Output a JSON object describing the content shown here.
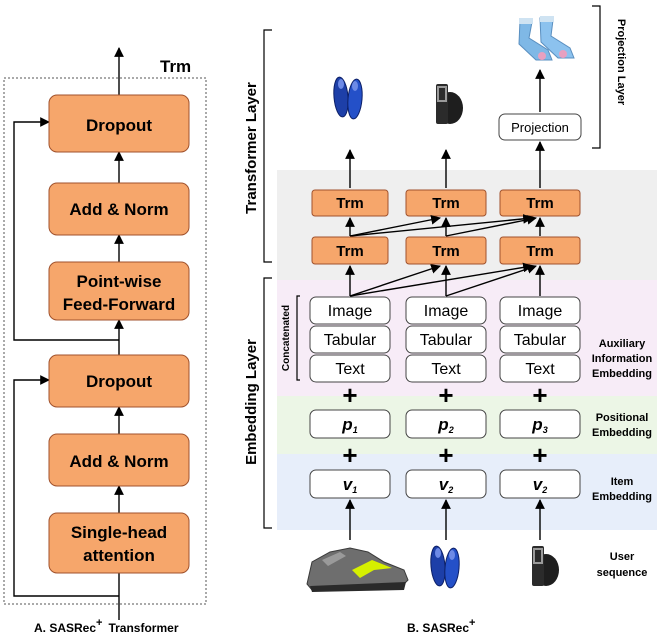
{
  "panel_a": {
    "trm_label": "Trm",
    "blocks": [
      "Dropout",
      "Add & Norm",
      "Point-wise",
      "Feed-Forward",
      "Dropout",
      "Add & Norm",
      "Single-head",
      "attention"
    ],
    "caption_left": "A. SASRec",
    "caption_sup": "+",
    "caption_right": "Transformer"
  },
  "panel_b": {
    "transformer_layer": "Transformer Layer",
    "projection_layer": "Projection Layer",
    "embedding_layer": "Embedding Layer",
    "projection": "Projection",
    "trm": "Trm",
    "concatenated": "Concatenated",
    "modalities": [
      "Image",
      "Tabular",
      "Text"
    ],
    "plus": "+",
    "positional": [
      {
        "base": "p",
        "sub": "1"
      },
      {
        "base": "p",
        "sub": "2"
      },
      {
        "base": "p",
        "sub": "3"
      }
    ],
    "items": [
      {
        "base": "v",
        "sub": "1"
      },
      {
        "base": "v",
        "sub": "2"
      },
      {
        "base": "v",
        "sub": "2"
      }
    ],
    "aux_label": [
      "Auxiliary",
      "Information",
      "Embedding"
    ],
    "pos_label": [
      "Positional",
      "Embedding"
    ],
    "item_label": [
      "Item",
      "Embedding"
    ],
    "user_label": [
      "User",
      "sequence"
    ],
    "caption": "B. SASRec",
    "caption_sup": "+"
  },
  "colors": {
    "block_fill": "#f6a66b",
    "aux_band": "#f7ecf7",
    "pos_band": "#ecf6e6",
    "item_band": "#e7eefa",
    "layer_band": "#efefef"
  },
  "icons": [
    "insole-icon",
    "belt-icon",
    "sock-icon",
    "sneaker-icon"
  ]
}
